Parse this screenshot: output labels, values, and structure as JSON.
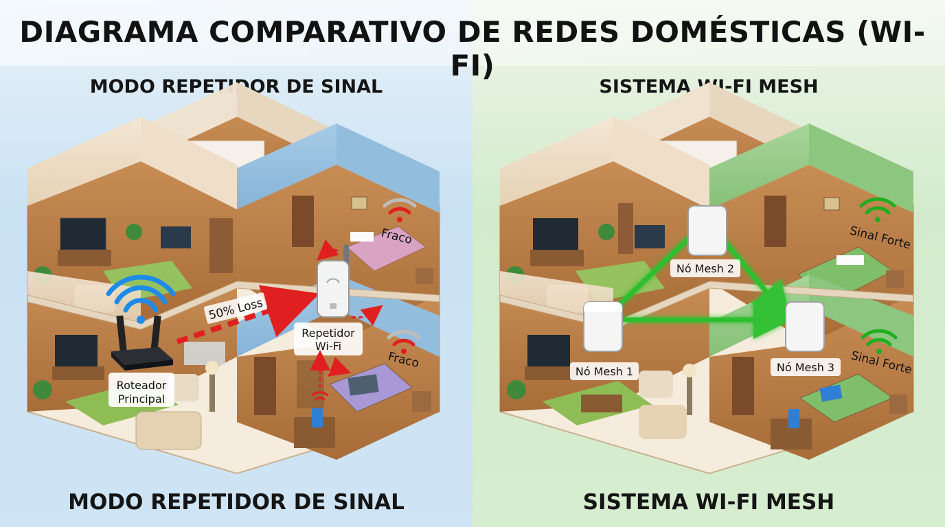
{
  "title": "DIAGRAMA COMPARATIVO DE REDES DOMÉSTICAS (WI-FI)",
  "left": {
    "heading": "MODO REPETIDOR DE SINAL",
    "footer": "MODO REPETIDOR DE SINAL",
    "router_label": [
      "Roteador",
      "Principal"
    ],
    "loss_label": "50% Loss",
    "repeater_label": [
      "Repetidor",
      "Wi-Fi"
    ],
    "weak_top": "Fraco",
    "weak_bottom": "Fraco"
  },
  "right": {
    "heading": "SISTEMA WI-FI MESH",
    "footer": "SISTEMA WI-FI MESH",
    "node1": "Nó Mesh 1",
    "node2": "Nó Mesh 2",
    "node3": "Nó Mesh 3",
    "strong_top": "Sinal Forte",
    "strong_bottom": "Sinal Forte"
  },
  "colors": {
    "left_bg": "#cfe4f4",
    "right_bg": "#d7edd0",
    "wifi_blue": "#1e8be8",
    "loss_red": "#e02020",
    "mesh_green": "#2fbf2f"
  }
}
